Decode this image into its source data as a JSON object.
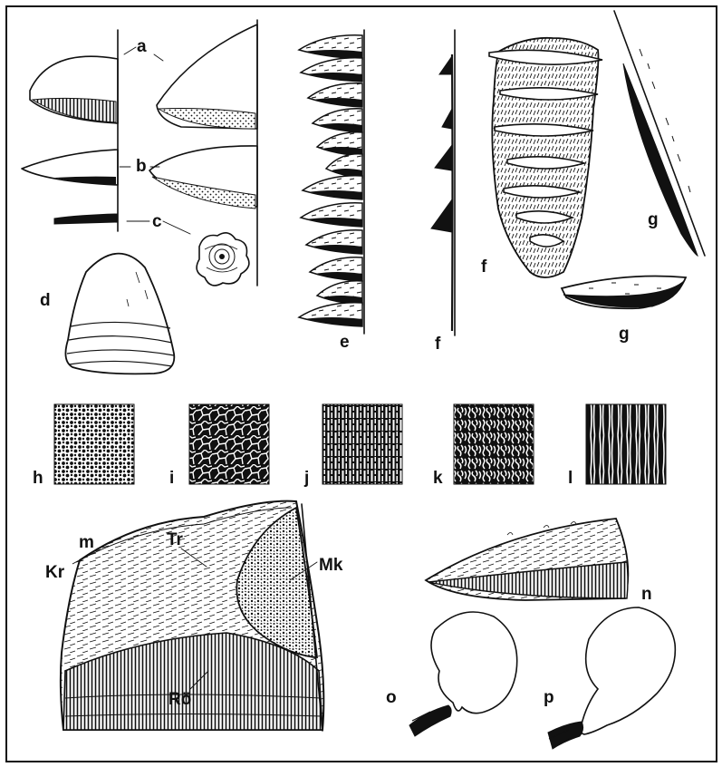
{
  "figure": {
    "labels": {
      "a": "a",
      "b": "b",
      "c": "c",
      "d": "d",
      "e": "e",
      "f1": "f",
      "f2": "f",
      "g1": "g",
      "g2": "g",
      "h": "h",
      "i": "i",
      "j": "j",
      "k": "k",
      "l": "l",
      "m": "m",
      "n": "n",
      "o": "o",
      "p": "p",
      "Tr": "Tr",
      "Kr": "Kr",
      "Mk": "Mk",
      "Ro": "Rö"
    },
    "colors": {
      "ink": "#111111",
      "paper": "#ffffff"
    }
  }
}
